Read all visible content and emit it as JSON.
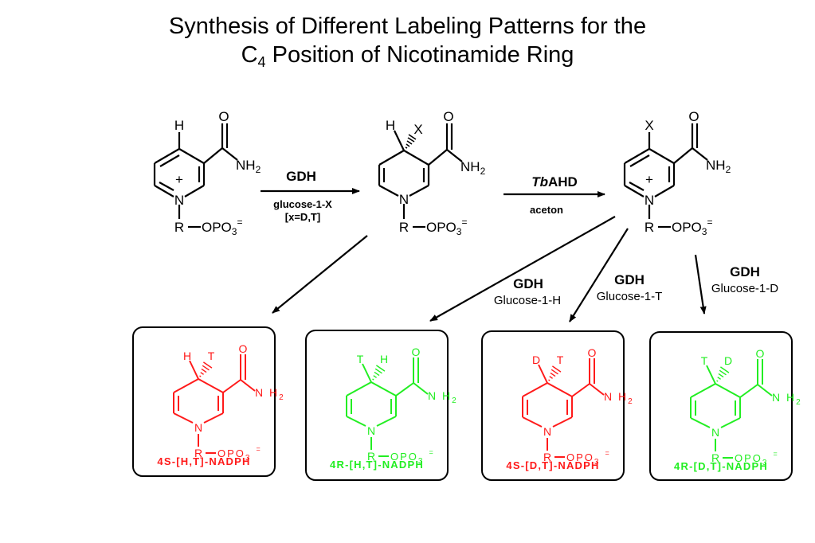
{
  "title": {
    "line1": "Synthesis of Different Labeling Patterns for the",
    "line2_prefix": "C",
    "line2_subscript": "4",
    "line2_suffix": " Position of Nicotinamide Ring"
  },
  "atoms": {
    "H": "H",
    "T": "T",
    "D": "D",
    "X": "X",
    "O": "O",
    "N": "N",
    "NH": "NH",
    "NH_sub": "2",
    "R": "R",
    "OPO": "OPO",
    "OPO_sub": "3",
    "charge_plus": "+",
    "charge_minus2": "="
  },
  "reagents": {
    "step1_top": "GDH",
    "step1_bottom_line1": "glucose-1-X",
    "step1_bottom_line2": "[x=D,T]",
    "step2_top_italic": "Tb",
    "step2_top_rest": "AHD",
    "step2_bottom": "aceton",
    "branch_h_enzyme": "GDH",
    "branch_h_sugar": "Glucose-1-H",
    "branch_t_enzyme": "GDH",
    "branch_t_sugar": "Glucose-1-T",
    "branch_d_enzyme": "GDH",
    "branch_d_sugar": "Glucose-1-D"
  },
  "products": [
    {
      "label": "4S-[H,T]-NADPH",
      "left": "H",
      "right": "T",
      "color": "#ff1a1a"
    },
    {
      "label": "4R-[H,T]-NADPH",
      "left": "T",
      "right": "H",
      "color": "#22ee22"
    },
    {
      "label": "4S-[D,T]-NADPH",
      "left": "D",
      "right": "T",
      "color": "#ff1a1a"
    },
    {
      "label": "4R-[D,T]-NADPH",
      "left": "T",
      "right": "D",
      "color": "#22ee22"
    }
  ],
  "colors": {
    "ink": "#000000",
    "red_product": "#ff1a1a",
    "green_product": "#22ee22"
  }
}
